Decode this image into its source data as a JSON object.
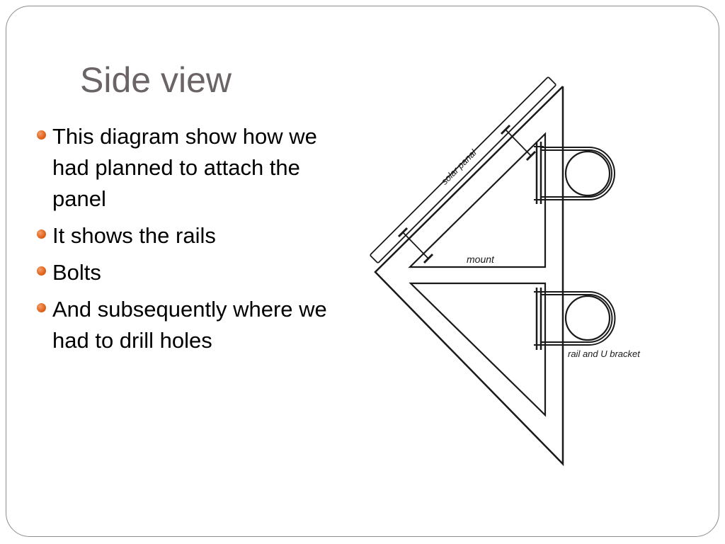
{
  "slide": {
    "title": "Side view",
    "bullets": [
      "This diagram show how we had planned to attach the panel",
      "It shows the rails",
      "Bolts",
      "And subsequently where we had to drill holes"
    ],
    "accent_color": "#e2661f"
  },
  "diagram": {
    "labels": {
      "solar_panel": "solar panal",
      "mount": "mount",
      "rail_bracket": "rail and U bracket"
    }
  }
}
